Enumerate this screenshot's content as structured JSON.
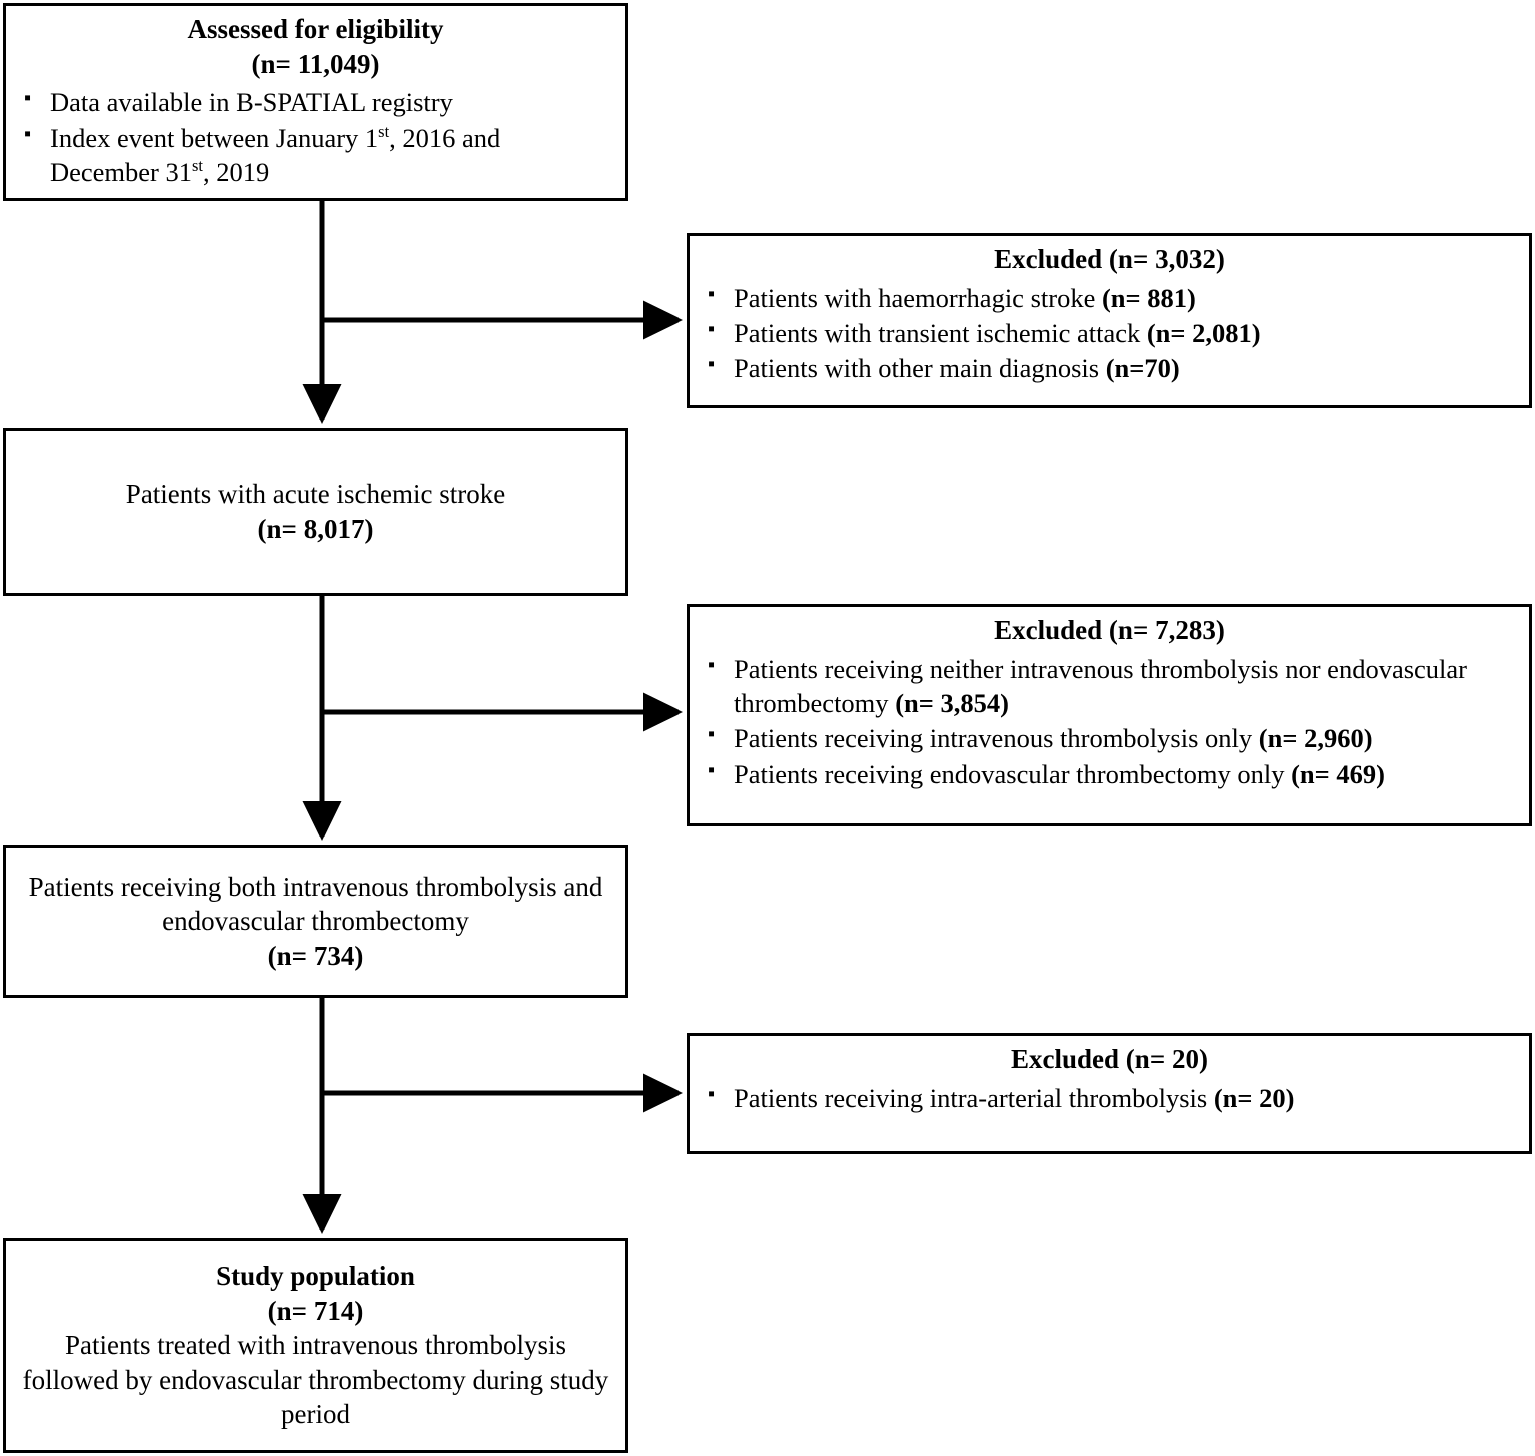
{
  "diagram": {
    "type": "study-flow-diagram",
    "boxes": {
      "eligibility": {
        "title": "Assessed for eligibility",
        "count": "(n= 11,049)",
        "items": [
          "Data available in B-SPATIAL registry",
          "Index event between January 1st, 2016 and December 31st, 2019"
        ]
      },
      "excluded_1": {
        "title": "Excluded (n= 3,032)",
        "items": [
          {
            "text": "Patients with haemorrhagic stroke ",
            "count": "(n= 881)"
          },
          {
            "text": "Patients with transient ischemic attack ",
            "count": "(n= 2,081)"
          },
          {
            "text": "Patients with other main diagnosis ",
            "count": "(n=70)"
          }
        ]
      },
      "ais": {
        "title": "Patients with acute ischemic stroke",
        "count": "(n= 8,017)"
      },
      "excluded_2": {
        "title": "Excluded (n= 7,283)",
        "items": [
          {
            "text": "Patients receiving neither intravenous thrombolysis nor endovascular thrombectomy ",
            "count": "(n= 3,854)"
          },
          {
            "text": "Patients receiving intravenous thrombolysis only ",
            "count": "(n= 2,960)"
          },
          {
            "text": "Patients receiving endovascular thrombectomy only ",
            "count": "(n= 469)"
          }
        ]
      },
      "both": {
        "title": "Patients receiving both intravenous thrombolysis and endovascular thrombectomy",
        "count": "(n= 734)"
      },
      "excluded_3": {
        "title": "Excluded (n= 20)",
        "items": [
          {
            "text": "Patients receiving intra-arterial thrombolysis ",
            "count": "(n= 20)"
          }
        ]
      },
      "study": {
        "title": "Study population",
        "count": "(n= 714)",
        "description": "Patients treated with intravenous thrombolysis followed by endovascular thrombectomy during study period"
      }
    },
    "colors": {
      "border": "#000000",
      "background": "#ffffff",
      "text": "#000000"
    }
  }
}
